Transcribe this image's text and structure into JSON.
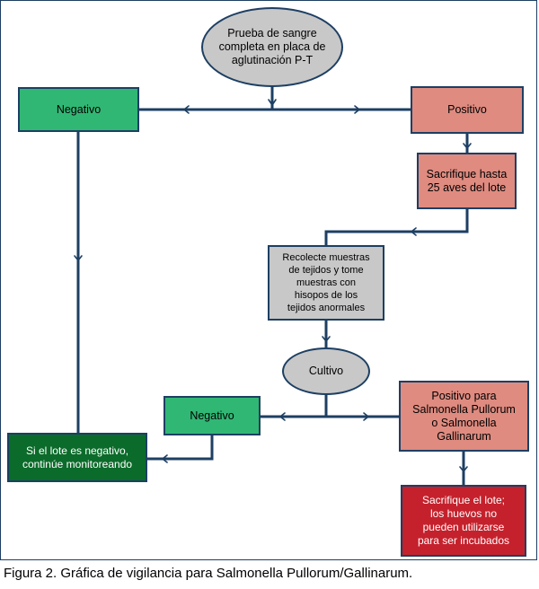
{
  "nodes": {
    "start": "Prueba de sangre\ncompleta en placa de\naglutinación P-T",
    "negative_top": "Negativo",
    "positive_top": "Positivo",
    "sacrifice_25": "Sacrifique hasta\n25 aves del lote",
    "collect_samples": "Recolecte muestras\nde tejidos y tome\nmuestras con\nhisopos de los\ntejidos anormales",
    "culture": "Cultivo",
    "negative_culture": "Negativo",
    "positive_culture": "Positivo para\nSalmonella    Pullorum\no  Salmonella\nGallinarum",
    "keep_monitoring": "Si el lote es negativo,\ncontinúe monitoreando",
    "sacrifice_flock": "Sacrifique el lote;\nlos huevos no\npueden utilizarse\npara ser incubados"
  },
  "caption": "Figura 2. Gráfica de vigilancia para Salmonella Pullorum/Gallinarum.",
  "colors": {
    "line": "#1d3f63",
    "negative_green": "#31b774",
    "positive_salmon": "#df8b80",
    "neutral_gray": "#c8c8c8",
    "dark_green": "#0b6b2a",
    "alert_red": "#c5212c"
  }
}
